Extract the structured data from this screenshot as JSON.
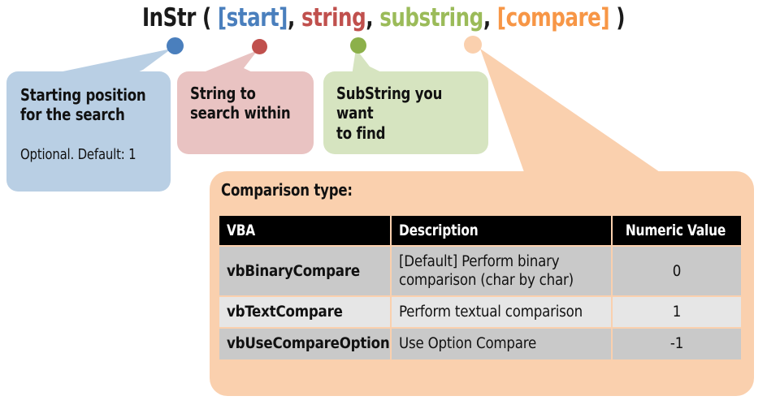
{
  "title": {
    "prefix": "InStr ( ",
    "parts": [
      {
        "text": "[start]",
        "color": "#4a7fbd"
      },
      {
        "text": ", ",
        "color": "#1a1a1a"
      },
      {
        "text": "string",
        "color": "#c0504d"
      },
      {
        "text": ", ",
        "color": "#1a1a1a"
      },
      {
        "text": "substring",
        "color": "#9bbb59"
      },
      {
        "text": ", ",
        "color": "#1a1a1a"
      },
      {
        "text": "[compare]",
        "color": "#f79646"
      }
    ],
    "suffix": " )",
    "full": "InStr ( [start], string, substring, [compare] )"
  },
  "markers": {
    "start": {
      "name": "start-marker-dot",
      "color": "#4a7fbd"
    },
    "string": {
      "name": "string-marker-dot",
      "color": "#c0504d"
    },
    "substring": {
      "name": "substring-marker-dot",
      "color": "#8cb04a"
    },
    "compare": {
      "name": "compare-marker-dot",
      "color": "#fad0ae"
    }
  },
  "callouts": [
    {
      "key": "start",
      "color": "#b9cfe4",
      "line1": "Starting position",
      "line2": "for the search",
      "note": "Optional. Default: 1"
    },
    {
      "key": "string",
      "color": "#e9c3c2",
      "line1": "String to",
      "line2": "search within",
      "note": ""
    },
    {
      "key": "substring",
      "color": "#d6e4c0",
      "line1": "SubString you want",
      "line2": "to find",
      "note": ""
    }
  ],
  "compare_panel": {
    "color": "#fad0ae",
    "heading": "Comparison type:",
    "table": {
      "headers": [
        "VBA",
        "Description",
        "Numeric Value"
      ],
      "rows": [
        {
          "vba": "vbBinaryCompare",
          "description": "[Default] Perform binary comparison (char by char)",
          "value": "0"
        },
        {
          "vba": "vbTextCompare",
          "description": "Perform textual comparison",
          "value": "1"
        },
        {
          "vba": "vbUseCompareOption",
          "description": "Use Option Compare",
          "value": "-1"
        }
      ]
    }
  }
}
